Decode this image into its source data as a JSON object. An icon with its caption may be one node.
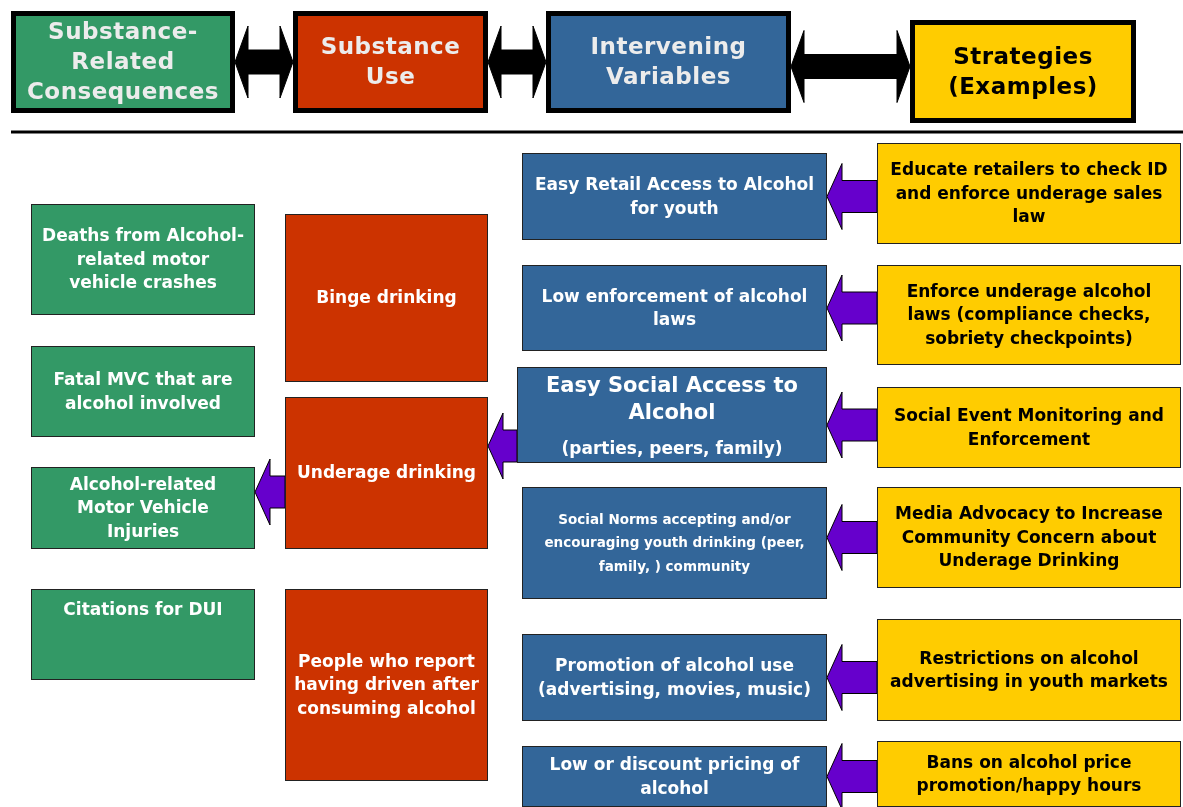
{
  "diagram": {
    "nodes": [
      {
        "text": [
          "Substance-Related Consequences"
        ]
      },
      {
        "text": [
          "Substance Use"
        ]
      },
      {
        "text": [
          "Intervening Variables"
        ]
      },
      {
        "text": [
          "Strategies (Examples)"
        ]
      },
      {
        "text": [
          "Deaths from Alcohol-related motor vehicle crashes"
        ]
      },
      {
        "text": [
          "Fatal MVC that are alcohol involved"
        ]
      },
      {
        "text": [
          "Alcohol-related Motor Vehicle Injuries"
        ]
      },
      {
        "text": [
          "Citations for DUI"
        ]
      },
      {
        "text": [
          "Binge drinking"
        ]
      },
      {
        "text": [
          "Underage drinking"
        ]
      },
      {
        "text": [
          "People who report having driven after consuming alcohol"
        ]
      },
      {
        "text": [
          "Easy Retail Access to Alcohol for youth"
        ]
      },
      {
        "text": [
          "Low enforcement of alcohol laws"
        ]
      },
      {
        "text": [
          "Easy Social Access to Alcohol",
          "(parties, peers, family)"
        ]
      },
      {
        "text": [
          "**Social Norms** accepting and/or encouraging  youth drinking (peer, family, ) community"
        ]
      },
      {
        "text": [
          "Promotion of alcohol use (advertising, movies, music)"
        ]
      },
      {
        "text": [
          "Low or discount pricing of alcohol"
        ]
      },
      {
        "text": [
          "Educate retailers to check ID and enforce underage sales law"
        ]
      },
      {
        "text": [
          "Enforce underage alcohol laws (compliance checks, sobriety checkpoints)"
        ]
      },
      {
        "text": [
          "Social Event Monitoring and Enforcement"
        ]
      },
      {
        "text": [
          "Media Advocacy to Increase Community Concern about Underage Drinking"
        ]
      },
      {
        "text": [
          "Restrictions on alcohol advertising in youth markets"
        ]
      },
      {
        "text": [
          "Bans on alcohol price promotion/happy hours"
        ]
      }
    ],
    "edges": [
      {
        "from": 0,
        "to": 1,
        "arrow": "both",
        "color": "#000000"
      },
      {
        "from": 1,
        "to": 2,
        "arrow": "both",
        "color": "#000000"
      },
      {
        "from": 2,
        "to": 3,
        "arrow": "both",
        "color": "#000000"
      },
      {
        "from": 9,
        "to": 6,
        "arrow": "to"
      },
      {
        "from": 13,
        "to": 9,
        "arrow": "to"
      },
      {
        "from": 17,
        "to": 11,
        "arrow": "to"
      },
      {
        "from": 18,
        "to": 12,
        "arrow": "to"
      },
      {
        "from": 19,
        "to": 13,
        "arrow": "to"
      },
      {
        "from": 20,
        "to": 14,
        "arrow": "to"
      },
      {
        "from": 21,
        "to": 15,
        "arrow": "to"
      },
      {
        "from": 22,
        "to": 16,
        "arrow": "to"
      }
    ]
  }
}
